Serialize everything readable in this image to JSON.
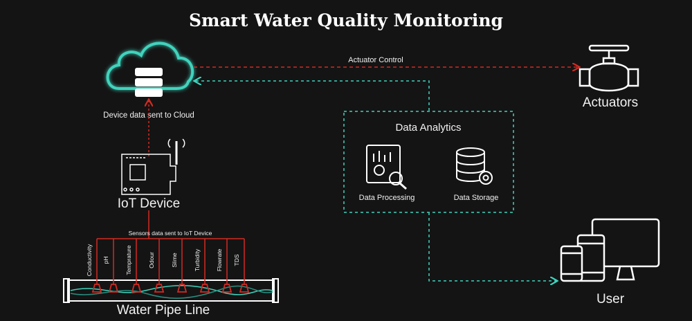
{
  "title": "Smart Water Quality Monitoring",
  "cloud": {
    "label": "Device data sent to Cloud"
  },
  "actuator_control": "Actuator Control",
  "actuators": {
    "label": "Actuators"
  },
  "iot": {
    "label": "IoT Device"
  },
  "sensors_link": "Sensors data sent to IoT Device",
  "sensors": [
    "Conductivity",
    "pH",
    "Temprature",
    "Odour",
    "Slime",
    "Turbidity",
    "Flowrate",
    "TDS"
  ],
  "pipe": {
    "label": "Water Pipe Line"
  },
  "analytics": {
    "title": "Data Analytics",
    "processing": "Data Processing",
    "storage": "Data Storage"
  },
  "user": {
    "label": "User"
  },
  "colors": {
    "red": "#d42a22",
    "teal": "#3fd3bd",
    "bg": "#141414"
  }
}
